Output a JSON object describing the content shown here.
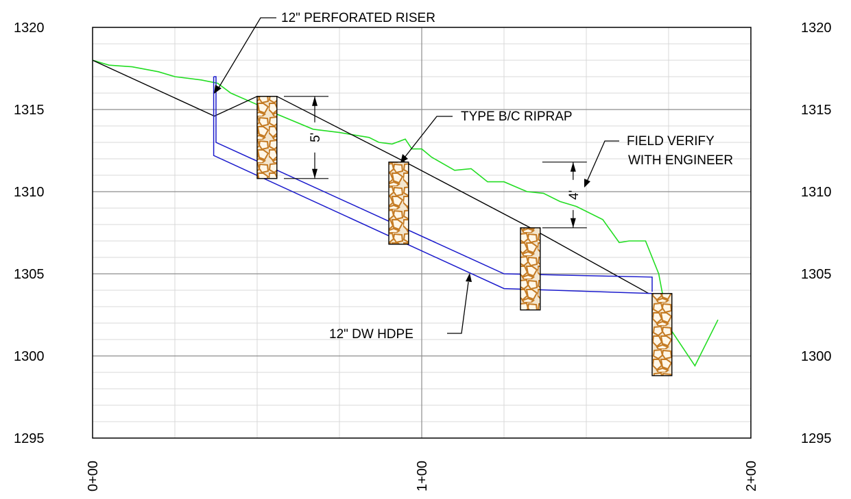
{
  "drawing": {
    "axes": {
      "elevation_range": [
        1295,
        1320
      ],
      "elevation_major_step": 5,
      "elevation_minor_step": 1,
      "elevation_ticks": [
        "1320",
        "1315",
        "1310",
        "1305",
        "1300",
        "1295"
      ],
      "station_range": [
        0,
        200
      ],
      "station_major_step": 100,
      "station_minor_step": 25,
      "station_ticks": [
        "0+00",
        "1+00",
        "2+00"
      ]
    },
    "colors": {
      "existing_grade": "#22dd22",
      "pipe": "#1a1acc",
      "grade_line": "#000000",
      "riprap_fill": "#d08a30",
      "riprap_outline": "#6b3b10",
      "grid_minor": "#d9d9d9",
      "grid_major": "#8c8c8c"
    },
    "existing_grade": [
      [
        0,
        1318.0
      ],
      [
        5,
        1317.7
      ],
      [
        12,
        1317.6
      ],
      [
        20,
        1317.3
      ],
      [
        25,
        1317.0
      ],
      [
        33,
        1316.8
      ],
      [
        38,
        1316.6
      ],
      [
        42,
        1316.0
      ],
      [
        50,
        1315.3
      ],
      [
        55,
        1314.8
      ],
      [
        67,
        1313.8
      ],
      [
        75,
        1313.6
      ],
      [
        84,
        1313.3
      ],
      [
        87,
        1313.0
      ],
      [
        91,
        1312.9
      ],
      [
        95,
        1313.2
      ],
      [
        97,
        1312.6
      ],
      [
        100,
        1312.6
      ],
      [
        103,
        1312.1
      ],
      [
        110,
        1311.3
      ],
      [
        115,
        1311.4
      ],
      [
        120,
        1310.6
      ],
      [
        125,
        1310.6
      ],
      [
        132,
        1310.0
      ],
      [
        137,
        1309.9
      ],
      [
        142,
        1309.4
      ],
      [
        147,
        1309.1
      ],
      [
        155,
        1308.3
      ],
      [
        160,
        1306.9
      ],
      [
        163,
        1307.0
      ],
      [
        168,
        1307.0
      ],
      [
        172,
        1305.0
      ],
      [
        175,
        1301.8
      ],
      [
        180,
        1300.3
      ],
      [
        183,
        1299.4
      ],
      [
        190,
        1302.2
      ]
    ],
    "grade_line": [
      [
        0,
        1318.0
      ],
      [
        37,
        1314.6
      ],
      [
        50,
        1315.8
      ],
      [
        56,
        1315.8
      ],
      [
        95,
        1311.8
      ],
      [
        133,
        1307.8
      ],
      [
        169,
        1303.8
      ]
    ],
    "pipe_upper": [
      [
        36.8,
        1317.0
      ],
      [
        37.5,
        1317.0
      ],
      [
        37.5,
        1313.0
      ],
      [
        125,
        1305.0
      ],
      [
        170,
        1304.8
      ],
      [
        170,
        1303.9
      ]
    ],
    "pipe_lower": [
      [
        36.8,
        1317.0
      ],
      [
        36.8,
        1312.2
      ],
      [
        125,
        1304.1
      ],
      [
        170,
        1303.8
      ]
    ],
    "riprap_blocks": [
      {
        "station": 50,
        "width": 6,
        "top": 1315.8,
        "bottom": 1310.8
      },
      {
        "station": 90,
        "width": 6,
        "top": 1311.8,
        "bottom": 1306.8
      },
      {
        "station": 130,
        "width": 6,
        "top": 1307.8,
        "bottom": 1302.8
      },
      {
        "station": 170,
        "width": 6,
        "top": 1303.8,
        "bottom": 1298.8
      }
    ],
    "dimensions": [
      {
        "label": "5'",
        "at_station": 67.5,
        "top": 1315.8,
        "bottom": 1310.8
      },
      {
        "label": "4'",
        "at_station": 146,
        "top": 1311.8,
        "bottom": 1307.8
      }
    ],
    "callouts": {
      "riser": "12\" PERFORATED RISER",
      "riprap": "TYPE B/C RIPRAP",
      "field_verify_line1": "FIELD VERIFY",
      "field_verify_line2": "WITH ENGINEER",
      "pipe": "12\" DW HDPE"
    }
  }
}
